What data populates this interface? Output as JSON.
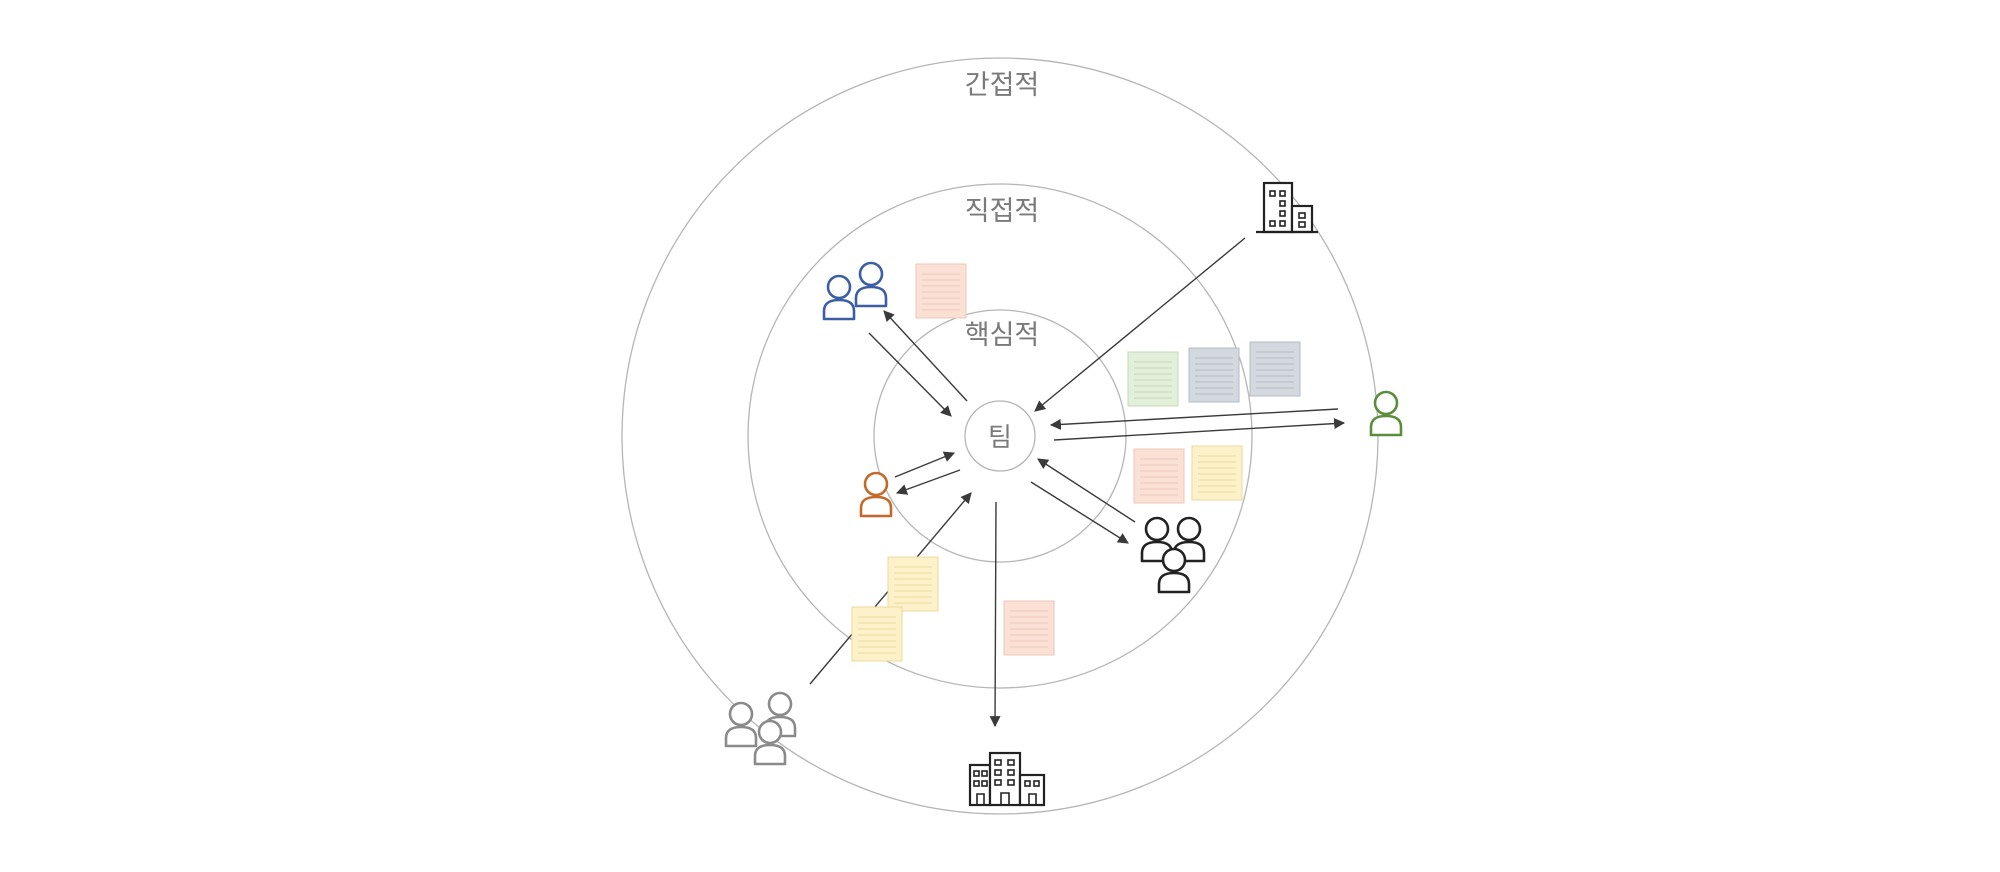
{
  "diagram": {
    "center_label": "팀",
    "rings": {
      "core": "핵심적",
      "direct": "직접적",
      "indirect": "간접적"
    }
  },
  "colors": {
    "ring_stroke": "#b5b5b5",
    "arrow": "#3a3a3a",
    "label": "#7a7a7a",
    "blue_group": "#3b5ea6",
    "orange_person": "#c5692a",
    "green_person": "#5b8e3c",
    "black_group": "#222222",
    "gray_group": "#8a8a8a",
    "building": "#222222",
    "note_peach": "#fbe1d5",
    "note_yellow": "#fdf1c9",
    "note_green": "#e2efda",
    "note_slate": "#d3d9df"
  },
  "icons": {
    "blue_group": "two-people-icon",
    "orange_person": "person-icon",
    "black_group": "three-people-icon",
    "gray_group": "three-people-icon",
    "green_person": "person-icon",
    "office_building": "office-building-icon",
    "corporate_campus": "corporate-campus-icon",
    "notes": "note-card-icon"
  }
}
